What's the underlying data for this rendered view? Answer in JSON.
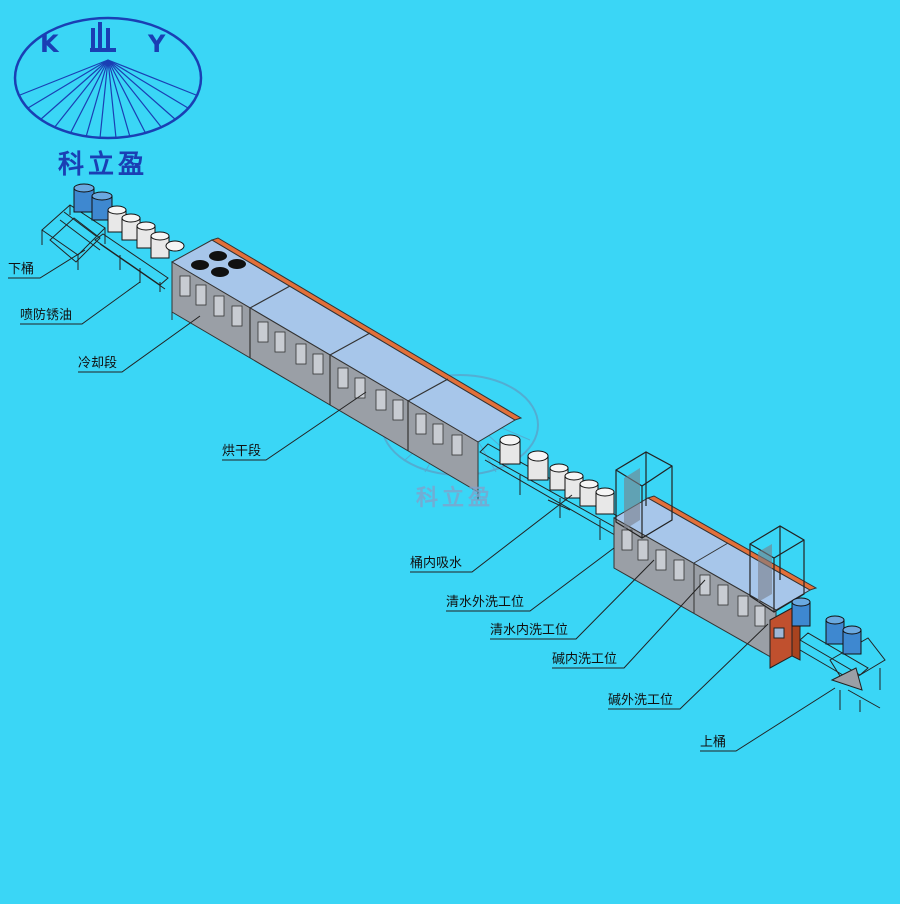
{
  "logo": {
    "letters": [
      "K",
      "Y"
    ],
    "brand": "科立盈",
    "color": "#1a3fb4"
  },
  "watermark": {
    "brand": "科立盈"
  },
  "labels": {
    "unload": "下桶",
    "rust_oil": "喷防锈油",
    "cooling": "冷却段",
    "drying": "烘干段",
    "inner_suction": "桶内吸水",
    "water_outer_wash": "清水外洗工位",
    "water_inner_wash": "清水内洗工位",
    "alkali_inner_wash": "碱内洗工位",
    "alkali_outer_wash": "碱外洗工位",
    "load": "上桶"
  },
  "colors": {
    "background": "#3ad6f6",
    "cabin_body": "#9a9fa6",
    "cabin_roof": "#a7c6ea",
    "roof_trim": "#e2703a",
    "drum_blue": "#3e88d0",
    "drum_white": "#e8e8e8",
    "control_cabinet": "#e6603a"
  }
}
